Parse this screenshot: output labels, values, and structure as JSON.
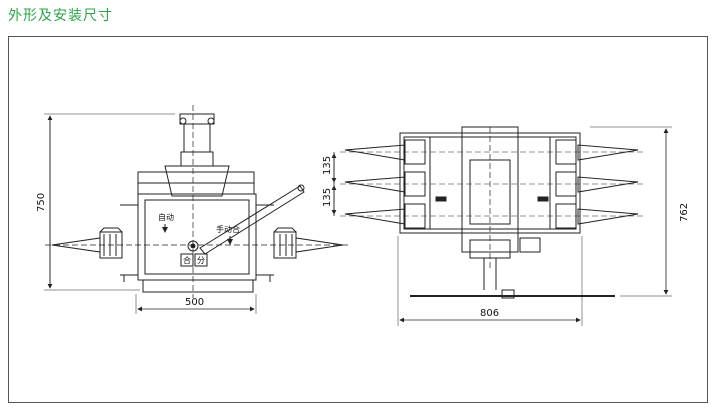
{
  "header": {
    "title": "外形及安装尺寸"
  },
  "drawing": {
    "front_view": {
      "dimensions": {
        "height": "750",
        "width": "500"
      },
      "labels": {
        "auto": "自动",
        "manual_close": "手动合",
        "close": "合",
        "open": "分"
      }
    },
    "side_view": {
      "dimensions": {
        "height": "762",
        "width": "806",
        "pitch_upper": "135",
        "pitch_lower": "135"
      }
    }
  },
  "colors": {
    "title": "#2aa64a",
    "line": "#222222",
    "frame": "#555555"
  }
}
